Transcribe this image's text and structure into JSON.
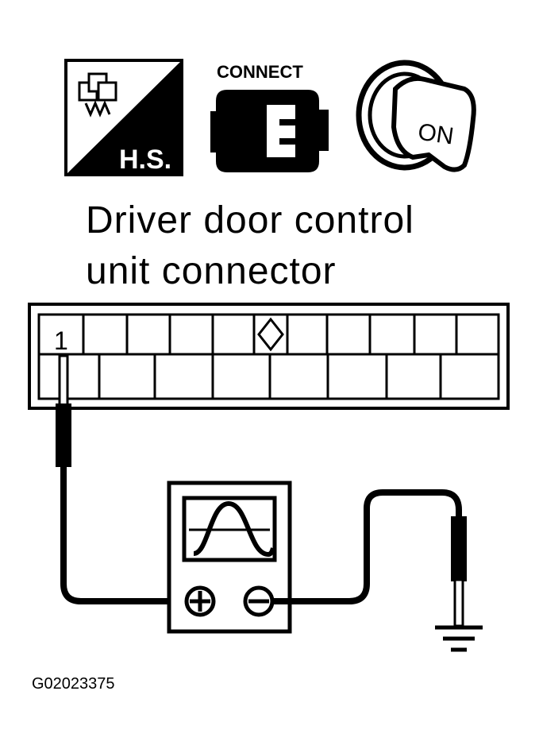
{
  "icons": {
    "harness_label": "H.S.",
    "connect_label": "CONNECT",
    "ignition_label": "ON"
  },
  "title": {
    "line1": "Driver door control",
    "line2": "unit connector"
  },
  "connector": {
    "pin_label": "1"
  },
  "reference_code": "G02023375"
}
